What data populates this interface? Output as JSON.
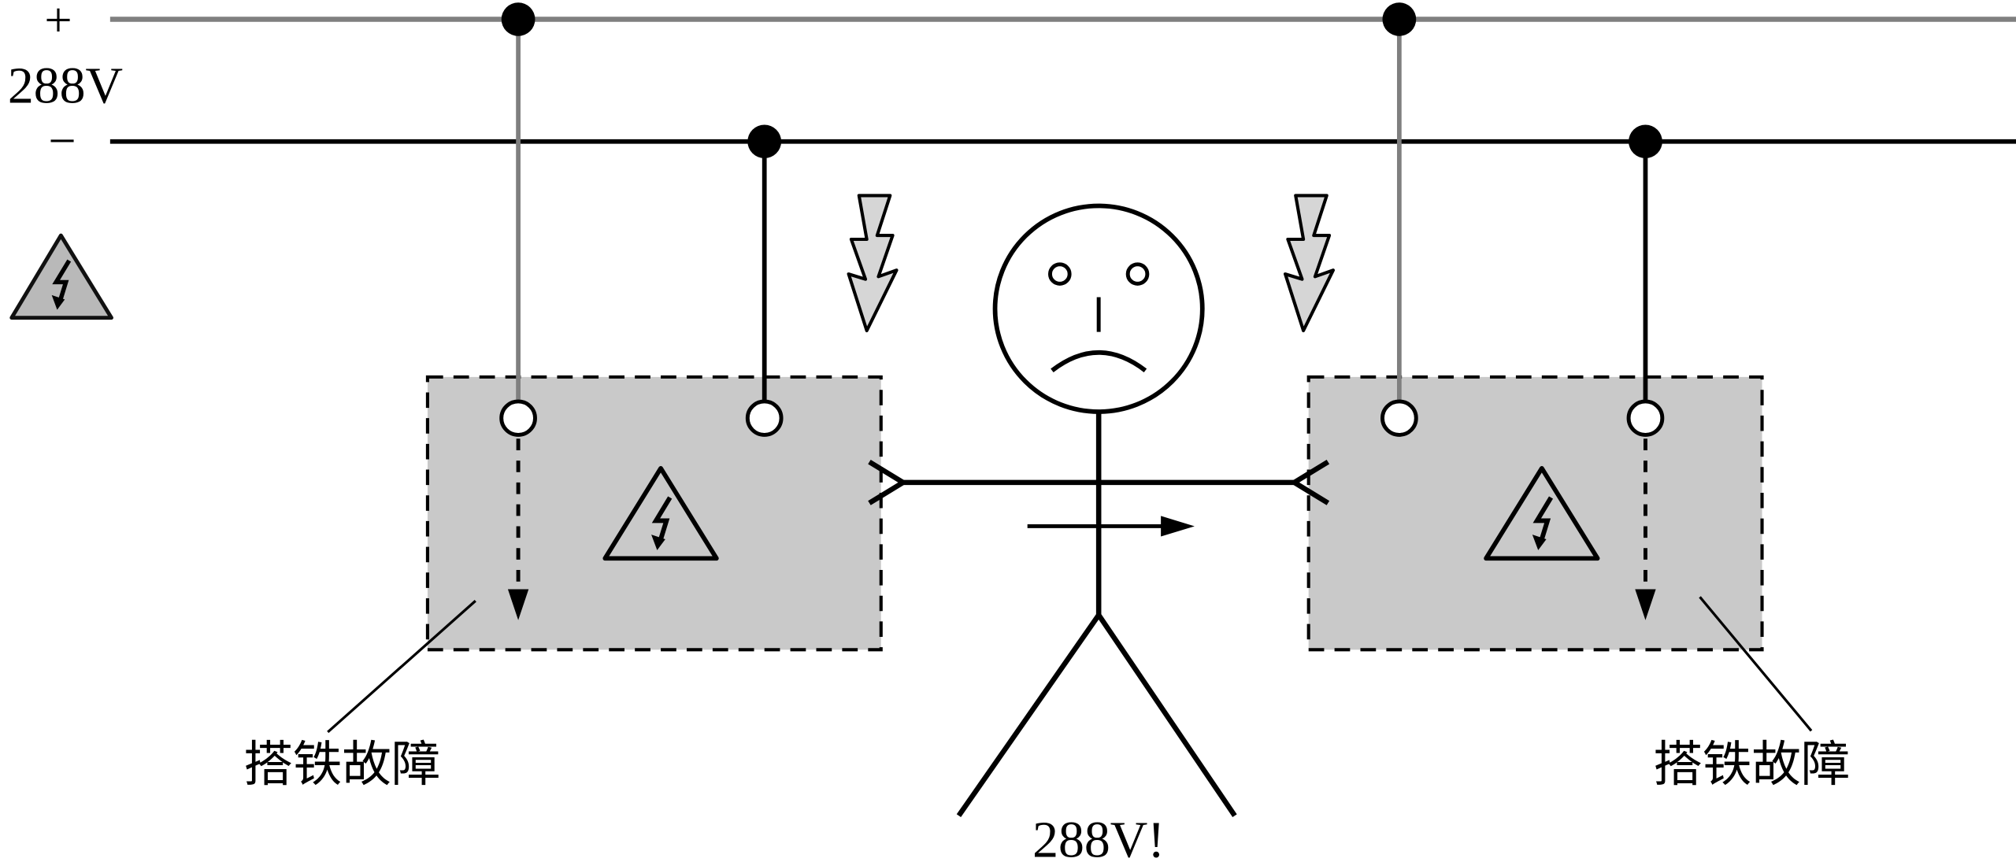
{
  "bus": {
    "plus_label": "+",
    "minus_label": "−",
    "voltage_label": "288V"
  },
  "fault_left": {
    "label": "搭铁故障"
  },
  "fault_right": {
    "label": "搭铁故障"
  },
  "person": {
    "shock_label": "288V!"
  },
  "colors": {
    "bus_plus": "#7f7f7f",
    "bus_minus": "#000000",
    "fault_box_fill": "#c9c9c9",
    "warning_triangle_fill": "#b9b9b9",
    "lightning_arrow_fill": "#d6d6d6"
  }
}
